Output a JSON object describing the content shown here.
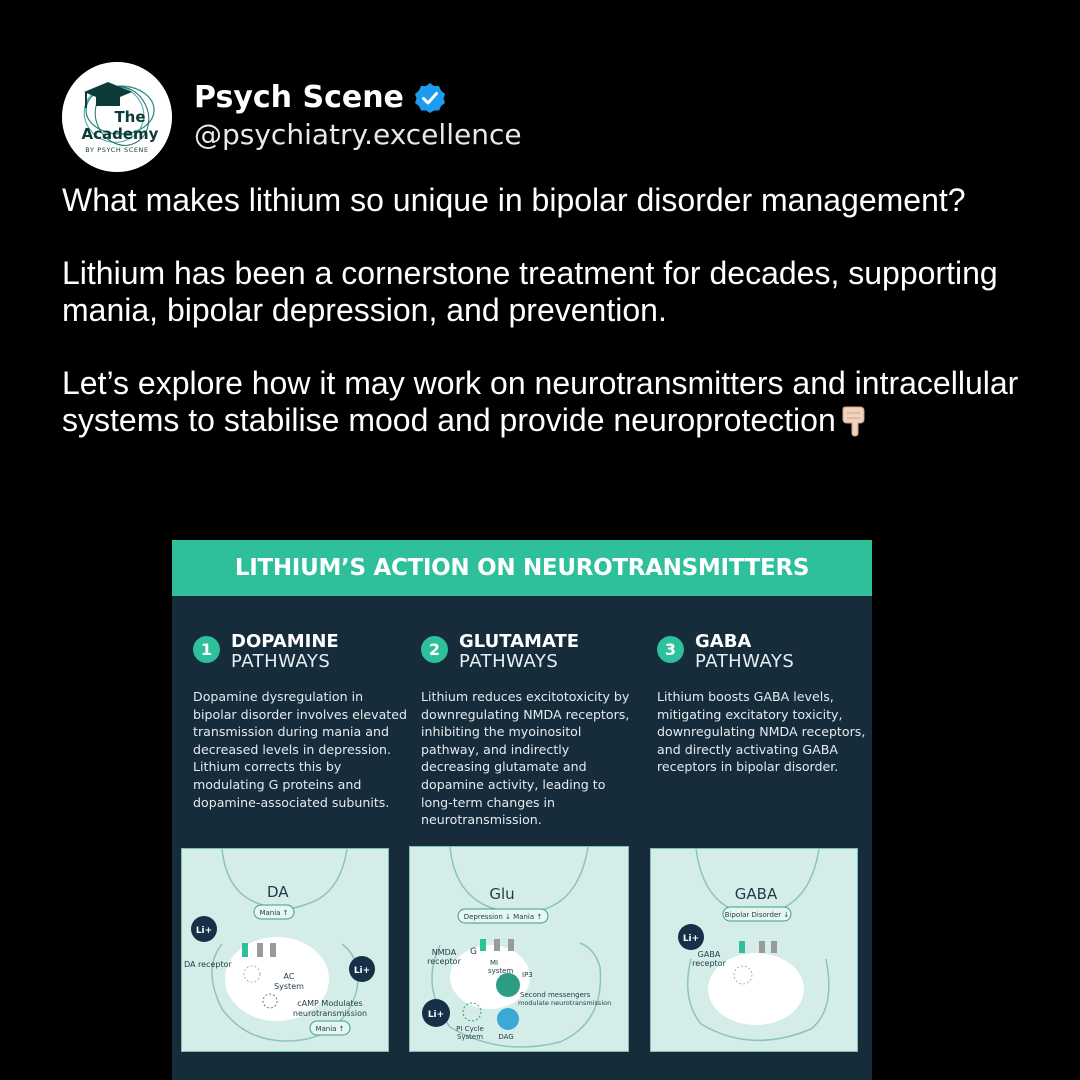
{
  "profile": {
    "name": "Psych Scene",
    "handle": "@psychiatry.excellence",
    "avatar_text": [
      "The",
      "Academy",
      "BY PSYCH SCENE"
    ],
    "verified_icon": "verified-badge-icon"
  },
  "tweet": {
    "paragraphs": [
      "What makes lithium so unique in bipolar disorder management?",
      "Lithium has been a cornerstone treatment for decades, supporting mania, bipolar depression, and prevention.",
      "Let’s explore how it may work on neurotransmitters and intracellular systems to stabilise mood and provide neuroprotection"
    ],
    "emoji": "backhand-index-pointing-down"
  },
  "card": {
    "title": "LITHIUM’S ACTION ON NEUROTRANSMITTERS",
    "colors": {
      "banner": "#2ebf9b",
      "background": "#172c3a",
      "panel": "#d5ede8",
      "accent": "#2ebf9b"
    },
    "columns": [
      {
        "number": "1",
        "title": "DOPAMINE",
        "subtitle": "PATHWAYS",
        "body": "Dopamine dysregulation in bipolar disorder involves elevated transmission during mania and decreased levels in depression. Lithium corrects this by modulating G proteins and dopamine-associated subunits.",
        "diagram": {
          "title": "DA",
          "tag": "Mania ↑",
          "li": "Li+",
          "li2": "Li+",
          "receptor_label": "DA receptor",
          "ac_label": "AC",
          "system_label": "System",
          "camp_label": "cAMP Modulates",
          "neuro_label": "neurotransmission",
          "tag2": "Mania ↑"
        }
      },
      {
        "number": "2",
        "title": "GLUTAMATE",
        "subtitle": "PATHWAYS",
        "body": "Lithium reduces excitotoxicity by downregulating NMDA receptors, inhibiting the myoinositol pathway, and indirectly decreasing glutamate and dopamine activity, leading to long-term changes in neurotransmission.",
        "diagram": {
          "title": "Glu",
          "tag": "Depression ↓ Mania ↑",
          "li": "Li+",
          "nmda_label": "NMDA",
          "receptor_label": "receptor",
          "g_label": "G",
          "mi_label": "MI",
          "system_label": "system",
          "ip3_label": "IP3",
          "second_label": "Second messengers",
          "modulate_label": "modulate neurotransmission",
          "pi_label": "PI Cycle",
          "pi_system_label": "System",
          "dag_label": "DAG"
        }
      },
      {
        "number": "3",
        "title": "GABA",
        "subtitle": "PATHWAYS",
        "body": "Lithium boosts GABA levels, mitigating excitatory toxicity, downregulating NMDA receptors, and directly activating GABA receptors in bipolar disorder.",
        "diagram": {
          "title": "GABA",
          "tag": "Bipolar Disorder ↓",
          "li": "Li+",
          "gaba_label": "GABA",
          "receptor_label": "receptor"
        }
      }
    ]
  }
}
